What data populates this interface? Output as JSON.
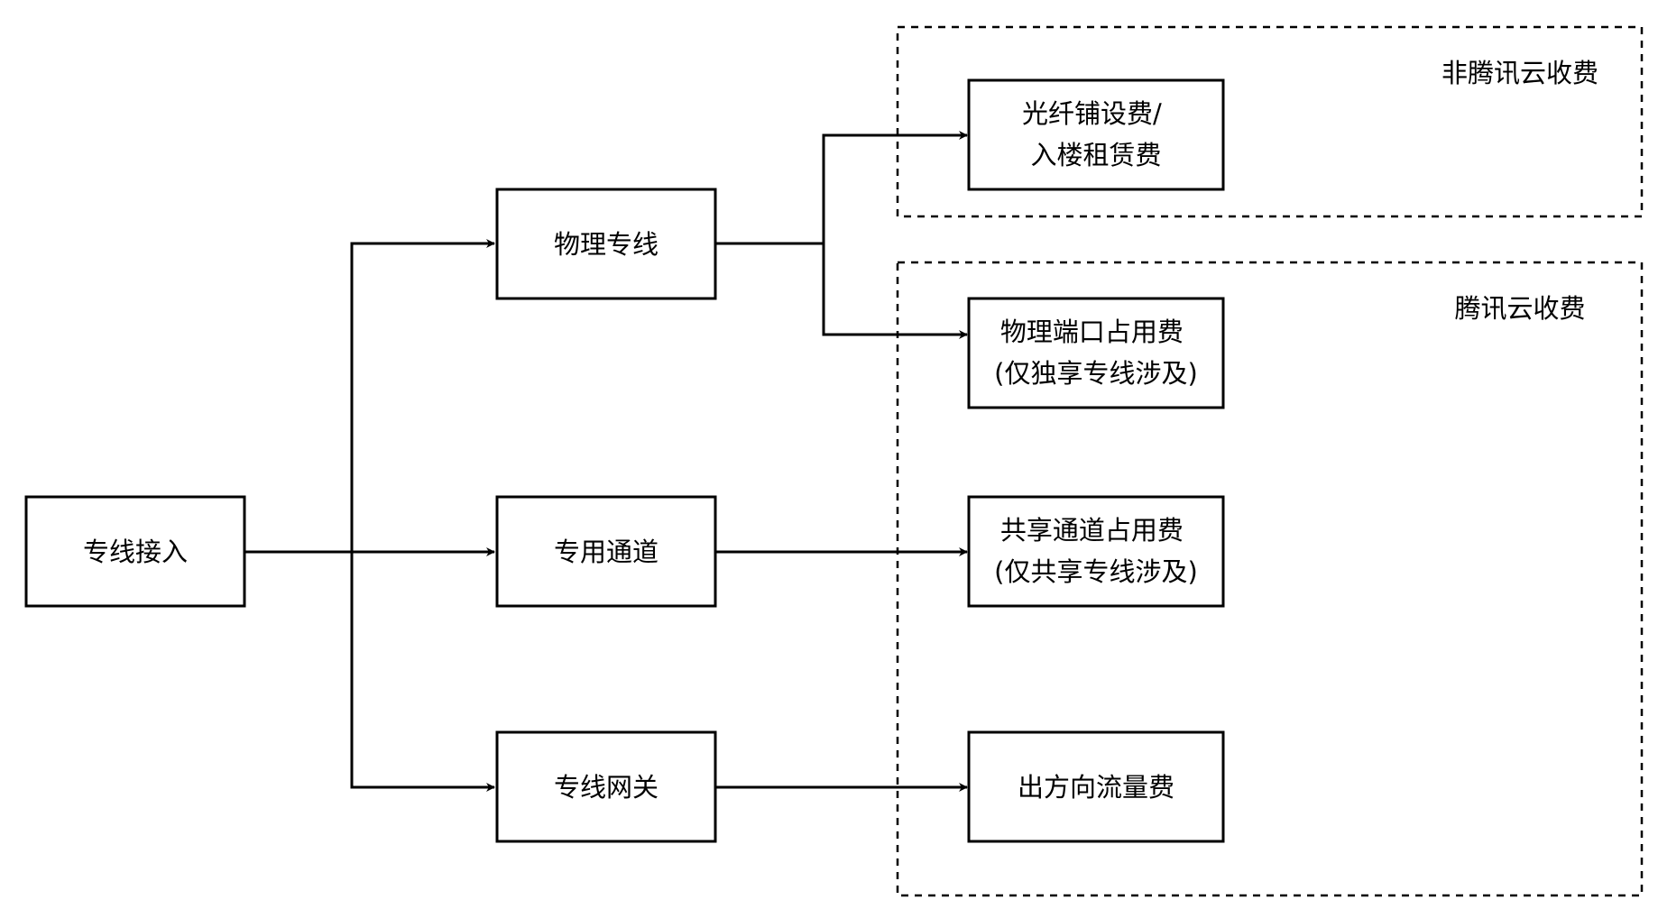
{
  "diagram": {
    "groups": {
      "non_tencent": {
        "label": "非腾讯云收费"
      },
      "tencent": {
        "label": "腾讯云收费"
      }
    },
    "nodes": {
      "access": {
        "lines": [
          "专线接入"
        ]
      },
      "physical": {
        "lines": [
          "物理专线"
        ]
      },
      "channel": {
        "lines": [
          "专用通道"
        ]
      },
      "gateway": {
        "lines": [
          "专线网关"
        ]
      },
      "fiber": {
        "lines": [
          "光纤铺设费/",
          "入楼租赁费"
        ]
      },
      "port": {
        "lines": [
          "物理端口占用费",
          "(仅独享专线涉及)"
        ]
      },
      "shared": {
        "lines": [
          "共享通道占用费",
          "(仅共享专线涉及)"
        ]
      },
      "traffic": {
        "lines": [
          "出方向流量费"
        ]
      }
    },
    "edges": [
      {
        "from": "access",
        "to": "physical"
      },
      {
        "from": "access",
        "to": "channel"
      },
      {
        "from": "access",
        "to": "gateway"
      },
      {
        "from": "physical",
        "to": "fiber"
      },
      {
        "from": "physical",
        "to": "port"
      },
      {
        "from": "channel",
        "to": "shared"
      },
      {
        "from": "gateway",
        "to": "traffic"
      }
    ]
  }
}
